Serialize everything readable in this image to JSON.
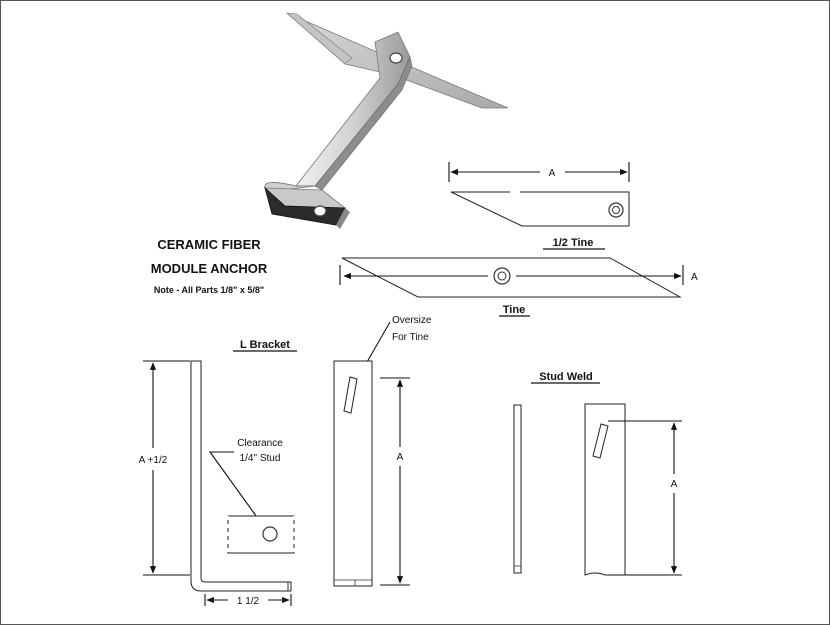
{
  "title_line1": "CERAMIC FIBER",
  "title_line2": "MODULE ANCHOR",
  "note": "Note - All Parts 1/8\" x 5/8\"",
  "labels": {
    "half_tine": "1/2 Tine",
    "tine": "Tine",
    "l_bracket": "L Bracket",
    "stud_weld": "Stud Weld",
    "oversize_line1": "Oversize",
    "oversize_line2": "For Tine",
    "clearance_line1": "Clearance",
    "clearance_line2": "1/4\" Stud"
  },
  "dimensions": {
    "a_half_tine": "A",
    "a_tine": "A",
    "a_plus_half": "A +1/2",
    "one_and_half": "1 1/2",
    "a_bracket_side": "A",
    "a_stud_weld": "A"
  },
  "colors": {
    "metal_light": "#e6e6e6",
    "metal_mid": "#b9b9b9",
    "metal_dark": "#8a8a8a",
    "foot_dark": "#2b2b2b",
    "frame": "#555555"
  }
}
